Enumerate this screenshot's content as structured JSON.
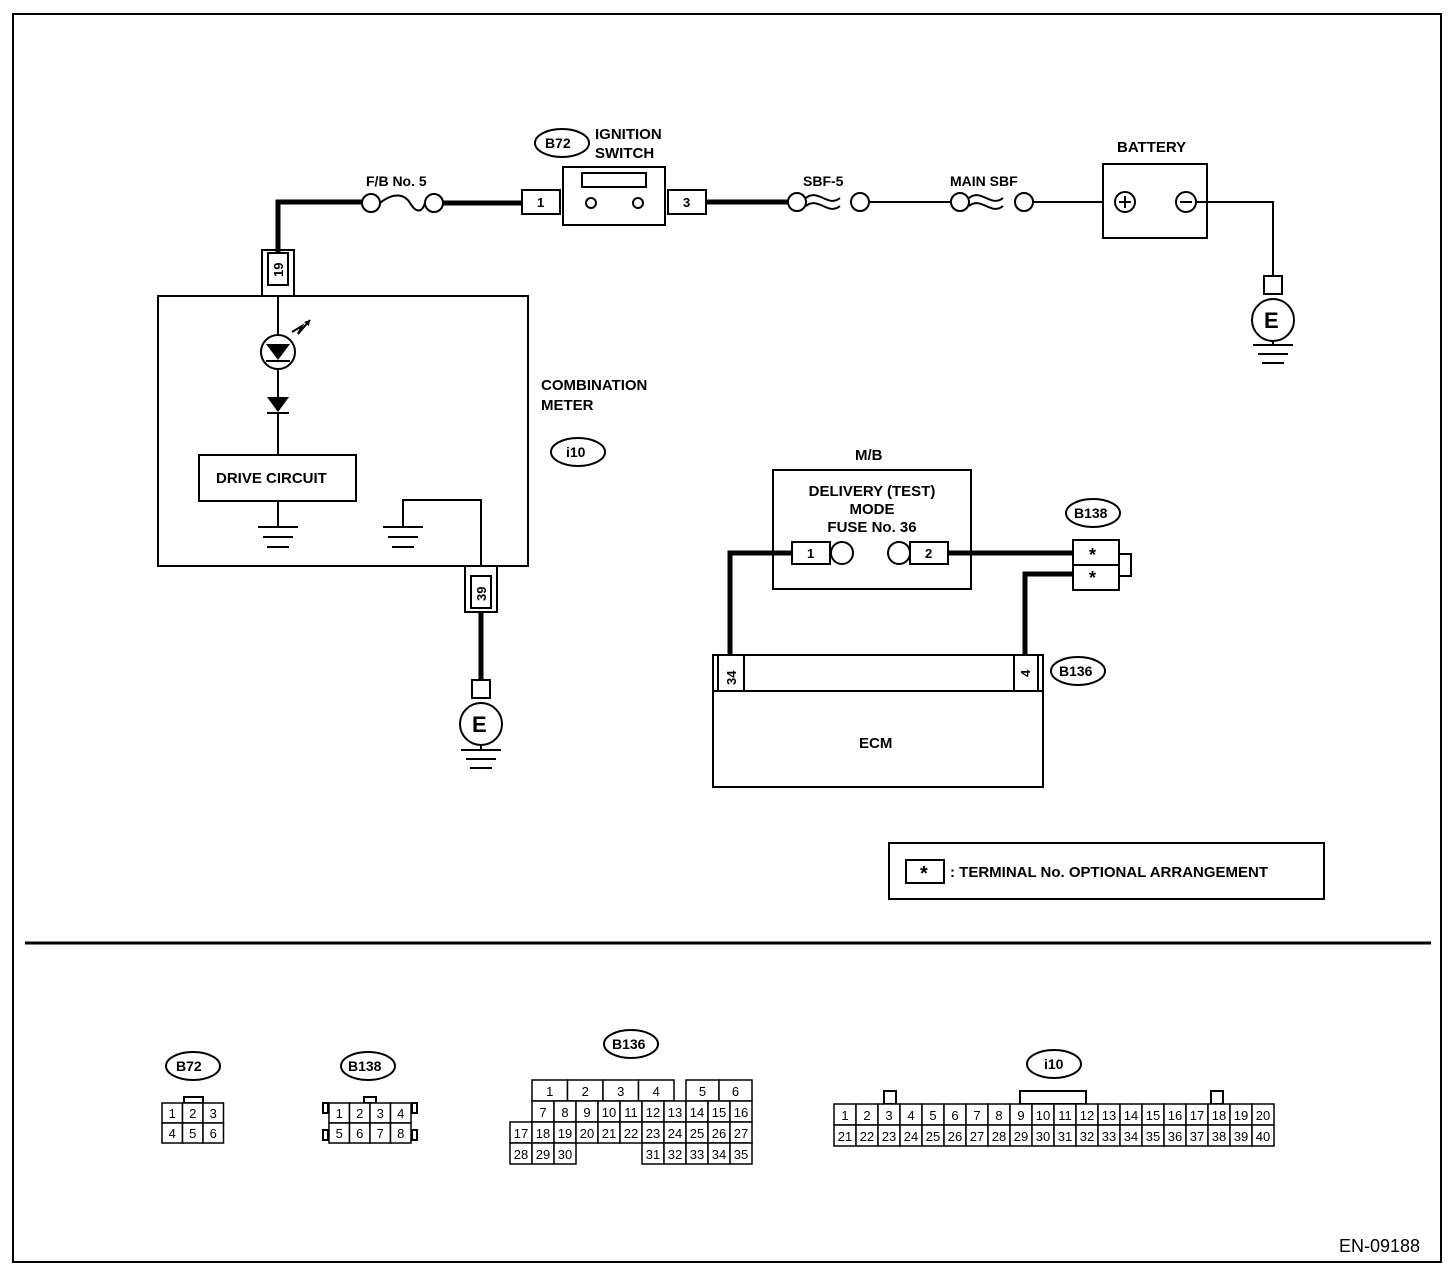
{
  "diagram": {
    "figure_id": "EN-09188",
    "components": {
      "ignition_switch": {
        "connector": "B72",
        "label_line1": "IGNITION",
        "label_line2": "SWITCH",
        "pin_in": "1",
        "pin_out": "3"
      },
      "fb_fuse": {
        "label": "F/B No. 5"
      },
      "sbf5": {
        "label": "SBF-5"
      },
      "main_sbf": {
        "label": "MAIN SBF"
      },
      "battery": {
        "label": "BATTERY",
        "plus": "+",
        "minus": "−"
      },
      "combination_meter": {
        "label_line1": "COMBINATION",
        "label_line2": "METER",
        "connector": "i10",
        "pin_top": "19",
        "pin_bottom": "39",
        "drive_circuit": "DRIVE CIRCUIT"
      },
      "mb": {
        "label": "M/B",
        "fuse_line1": "DELIVERY (TEST)",
        "fuse_line2": "MODE",
        "fuse_line3": "FUSE No. 36",
        "pin1": "1",
        "pin2": "2"
      },
      "connector_b138": {
        "id": "B138",
        "pin_a": "*",
        "pin_b": "*"
      },
      "ecm": {
        "label": "ECM",
        "connector": "B136",
        "pin_left": "34",
        "pin_right": "4"
      },
      "ground": {
        "label": "E"
      }
    },
    "legend": {
      "symbol": "*",
      "text": ": TERMINAL No. OPTIONAL ARRANGEMENT"
    },
    "connector_views": {
      "b72": {
        "id": "B72",
        "rows": [
          [
            "1",
            "2",
            "3"
          ],
          [
            "4",
            "5",
            "6"
          ]
        ]
      },
      "b138": {
        "id": "B138",
        "rows": [
          [
            "1",
            "2",
            "3",
            "4"
          ],
          [
            "5",
            "6",
            "7",
            "8"
          ]
        ]
      },
      "b136": {
        "id": "B136",
        "rows": [
          [
            "1",
            "2",
            "3",
            "4",
            "",
            "5",
            "6"
          ],
          [
            "7",
            "8",
            "9",
            "10",
            "11",
            "12",
            "13",
            "14",
            "15",
            "16"
          ],
          [
            "17",
            "18",
            "19",
            "20",
            "21",
            "22",
            "23",
            "24",
            "25",
            "26",
            "27"
          ],
          [
            "28",
            "29",
            "30",
            "31",
            "32",
            "33",
            "34",
            "35"
          ]
        ]
      },
      "i10": {
        "id": "i10",
        "rows": [
          [
            "1",
            "2",
            "3",
            "4",
            "5",
            "6",
            "7",
            "8",
            "9",
            "10",
            "11",
            "12",
            "13",
            "14",
            "15",
            "16",
            "17",
            "18",
            "19",
            "20"
          ],
          [
            "21",
            "22",
            "23",
            "24",
            "25",
            "26",
            "27",
            "28",
            "29",
            "30",
            "31",
            "32",
            "33",
            "34",
            "35",
            "36",
            "37",
            "38",
            "39",
            "40"
          ]
        ]
      }
    }
  }
}
